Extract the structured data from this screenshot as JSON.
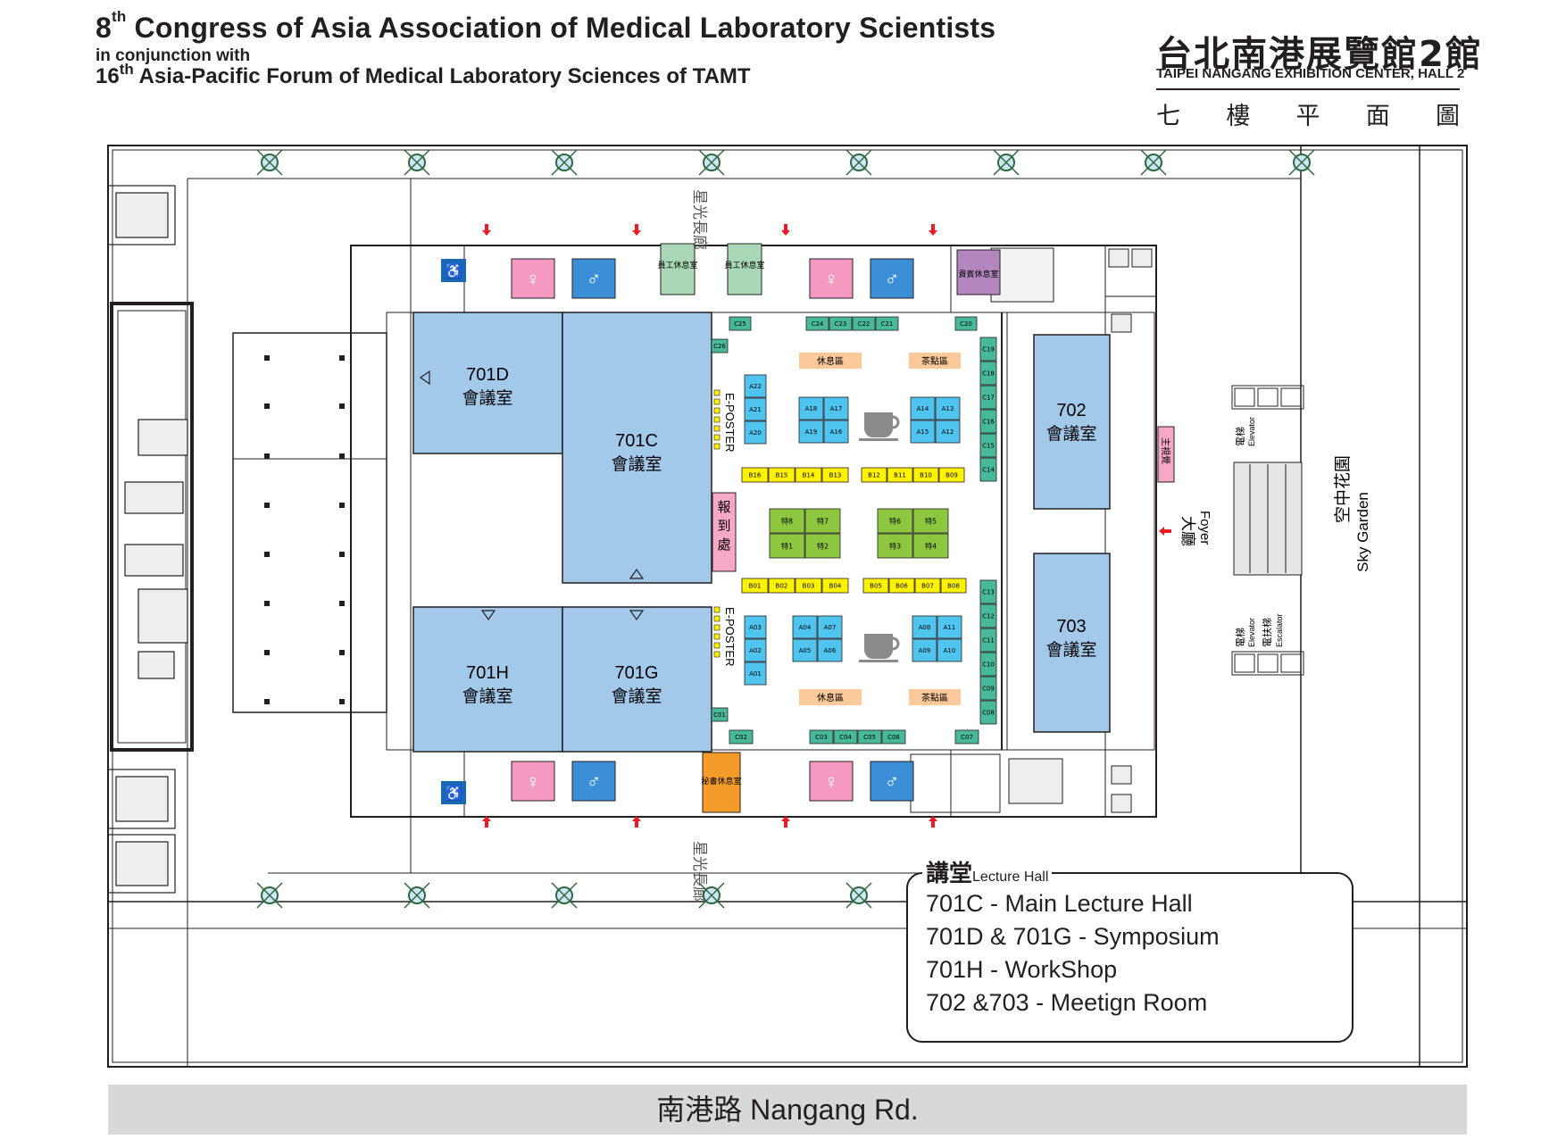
{
  "header": {
    "line1_num": "8",
    "line1_sup": "th",
    "line1_rest": " Congress of Asia Association of Medical Laboratory Scientists",
    "line2": "in conjunction with",
    "line3_num": "16",
    "line3_sup": "th",
    "line3_rest": " Asia-Pacific Forum of Medical Laboratory Sciences of TAMT"
  },
  "venue": {
    "name_zh": "台北南港展覽館2館",
    "name_en": "TAIPEI NANGANG EXHIBITION CENTER, HALL 2",
    "floor_chars": [
      "七",
      "樓",
      "平",
      "面",
      "圖"
    ]
  },
  "rooms": {
    "r701d": {
      "code": "701D",
      "label": "會議室"
    },
    "r701c": {
      "code": "701C",
      "label": "會議室"
    },
    "r701h": {
      "code": "701H",
      "label": "會議室"
    },
    "r701g": {
      "code": "701G",
      "label": "會議室"
    },
    "r702": {
      "code": "702",
      "label": "會議室"
    },
    "r703": {
      "code": "703",
      "label": "會議室"
    }
  },
  "facilities": {
    "staff_lounge": "員工休息室",
    "vip_lounge": "貴賓休息室",
    "secretary_lounge": "秘書休息室",
    "registration": "報到處",
    "rest_area": "休息區",
    "tea_area": "茶點區",
    "e_poster": "E-POSTER",
    "host_office": "主視覺"
  },
  "corridor": "星光長廊",
  "foyer": {
    "zh": "大廳",
    "en": "Foyer"
  },
  "sky_garden": {
    "zh": "空中花園",
    "en": "Sky Garden"
  },
  "elevator": {
    "zh": "電梯",
    "en": "Elevator"
  },
  "escalator": {
    "zh": "電扶梯",
    "en": "Escalator"
  },
  "booths": {
    "c_top": [
      "C24",
      "C23",
      "C22",
      "C21"
    ],
    "c25": "C25",
    "c26": "C26",
    "c20": "C20",
    "c_right_top": [
      "C19",
      "C18",
      "C17",
      "C16",
      "C15",
      "C14"
    ],
    "c_right_bottom": [
      "C13",
      "C12",
      "C11",
      "C10",
      "C09",
      "C08"
    ],
    "c_bottom": [
      "C03",
      "C04",
      "C05",
      "C06"
    ],
    "c01": "C01",
    "c02": "C02",
    "c07": "C07",
    "a_left_top": [
      "A22",
      "A21",
      "A20"
    ],
    "a_mid_top": [
      "A18",
      "A17",
      "A19",
      "A16"
    ],
    "a_right_top": [
      "A14",
      "A13",
      "A15",
      "A12"
    ],
    "a_left_bottom": [
      "A03",
      "A02",
      "A01"
    ],
    "a_mid_bottom": [
      "A04",
      "A07",
      "A05",
      "A06"
    ],
    "a_right_bottom": [
      "A08",
      "A11",
      "A09",
      "A10"
    ],
    "b_top_left": [
      "B16",
      "B15",
      "B14",
      "B13"
    ],
    "b_top_right": [
      "B12",
      "B11",
      "B10",
      "B09"
    ],
    "b_bottom_left": [
      "B01",
      "B02",
      "B03",
      "B04"
    ],
    "b_bottom_right": [
      "B05",
      "B06",
      "B07",
      "B08"
    ],
    "special_left": [
      "特8",
      "特7",
      "特1",
      "特2"
    ],
    "special_right": [
      "特6",
      "特5",
      "特3",
      "特4"
    ]
  },
  "legend": {
    "title_zh": "講堂",
    "title_en": "Lecture Hall",
    "items": [
      "701C - Main Lecture Hall",
      "701D & 701G - Symposium",
      "701H - WorkShop",
      "702 &703 - Meetign Room"
    ]
  },
  "road": {
    "zh": "南港路",
    "en": "Nangang Rd."
  },
  "colors": {
    "room_blue": "#a3c9ea",
    "booth_cyan": "#4fc4ef",
    "booth_yellow": "#fff200",
    "booth_green": "#8dc63f",
    "booth_teal": "#48b89a",
    "lounge_green": "#a8d8b5",
    "lounge_purple": "#b386c0",
    "lounge_orange": "#f39c2a",
    "rest_orange": "#fbc99a",
    "registration_pink": "#f7a8c6",
    "women_pink": "#f49ac1",
    "men_blue": "#3b8fd6",
    "arrow_red": "#ed1c24",
    "road_grey": "#d8d8d8"
  }
}
